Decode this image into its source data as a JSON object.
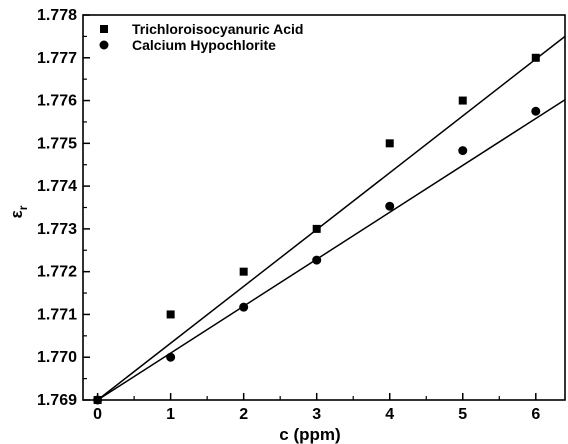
{
  "chart_data": {
    "type": "scatter",
    "xlabel": "c (ppm)",
    "ylabel_symbol": "ε",
    "ylabel_subscript": "r",
    "xlim": [
      -0.2,
      6.4
    ],
    "ylim": [
      1.769,
      1.778
    ],
    "xticks": [
      0,
      1,
      2,
      3,
      4,
      5,
      6
    ],
    "yticks": [
      1.769,
      1.77,
      1.771,
      1.772,
      1.773,
      1.774,
      1.775,
      1.776,
      1.777,
      1.778
    ],
    "xtick_labels": [
      "0",
      "1",
      "2",
      "3",
      "4",
      "5",
      "6"
    ],
    "ytick_labels": [
      "1.769",
      "1.770",
      "1.771",
      "1.772",
      "1.773",
      "1.774",
      "1.775",
      "1.776",
      "1.777",
      "1.778"
    ],
    "legend_position": "top-left",
    "series": [
      {
        "name": "Trichloroisocyanuric Acid",
        "marker": "square",
        "color": "#000000",
        "x": [
          0,
          1,
          2,
          3,
          4,
          5,
          6
        ],
        "y": [
          1.769,
          1.771,
          1.772,
          1.773,
          1.775,
          1.776,
          1.777
        ],
        "fit": {
          "x": [
            0,
            6.4
          ],
          "y": [
            1.769,
            1.7775
          ]
        }
      },
      {
        "name": "Calcium Hypochlorite",
        "marker": "circle",
        "color": "#000000",
        "x": [
          0,
          1,
          2,
          3,
          4,
          5,
          6
        ],
        "y": [
          1.769,
          1.77,
          1.77117,
          1.77227,
          1.77353,
          1.77483,
          1.77575
        ],
        "fit": {
          "x": [
            0,
            6.4
          ],
          "y": [
            1.769,
            1.77602
          ]
        }
      }
    ]
  }
}
